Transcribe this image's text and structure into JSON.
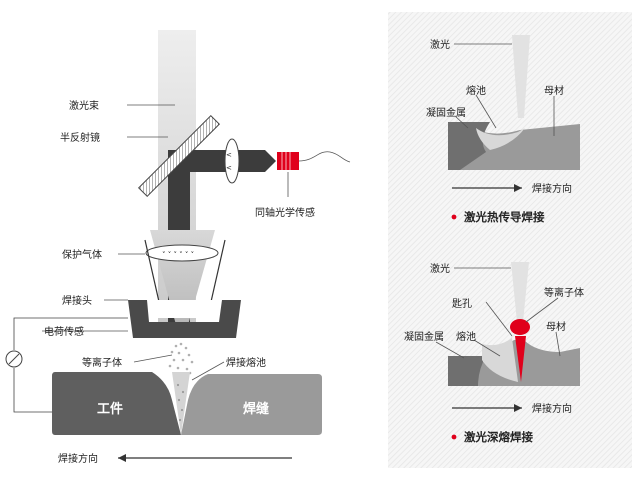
{
  "left": {
    "laser_beam": "激光束",
    "half_mirror": "半反射镜",
    "coaxial_sensor": "同轴光学传感",
    "shield_gas": "保护气体",
    "weld_head": "焊接头",
    "charge_sensor": "电荷传感",
    "plasma": "等离子体",
    "weld_pool": "焊接熔池",
    "workpiece": "工件",
    "weld_seam": "焊缝",
    "direction": "焊接方向"
  },
  "conduction": {
    "laser": "激光",
    "pool": "熔池",
    "solid_metal": "凝固金属",
    "base_metal": "母材",
    "direction": "焊接方向",
    "title": "激光热传导焊接"
  },
  "deep": {
    "laser": "激光",
    "keyhole": "匙孔",
    "plasma": "等离子体",
    "solid_metal": "凝固金属",
    "pool": "熔池",
    "base_metal": "母材",
    "direction": "焊接方向",
    "title": "激光深熔焊接"
  },
  "colors": {
    "accent": "#e0001b",
    "workpiece": "#5f5f5f",
    "seam": "#9a9a9a",
    "panel": "#f1f1f1",
    "beam": "#d9d9d9"
  }
}
